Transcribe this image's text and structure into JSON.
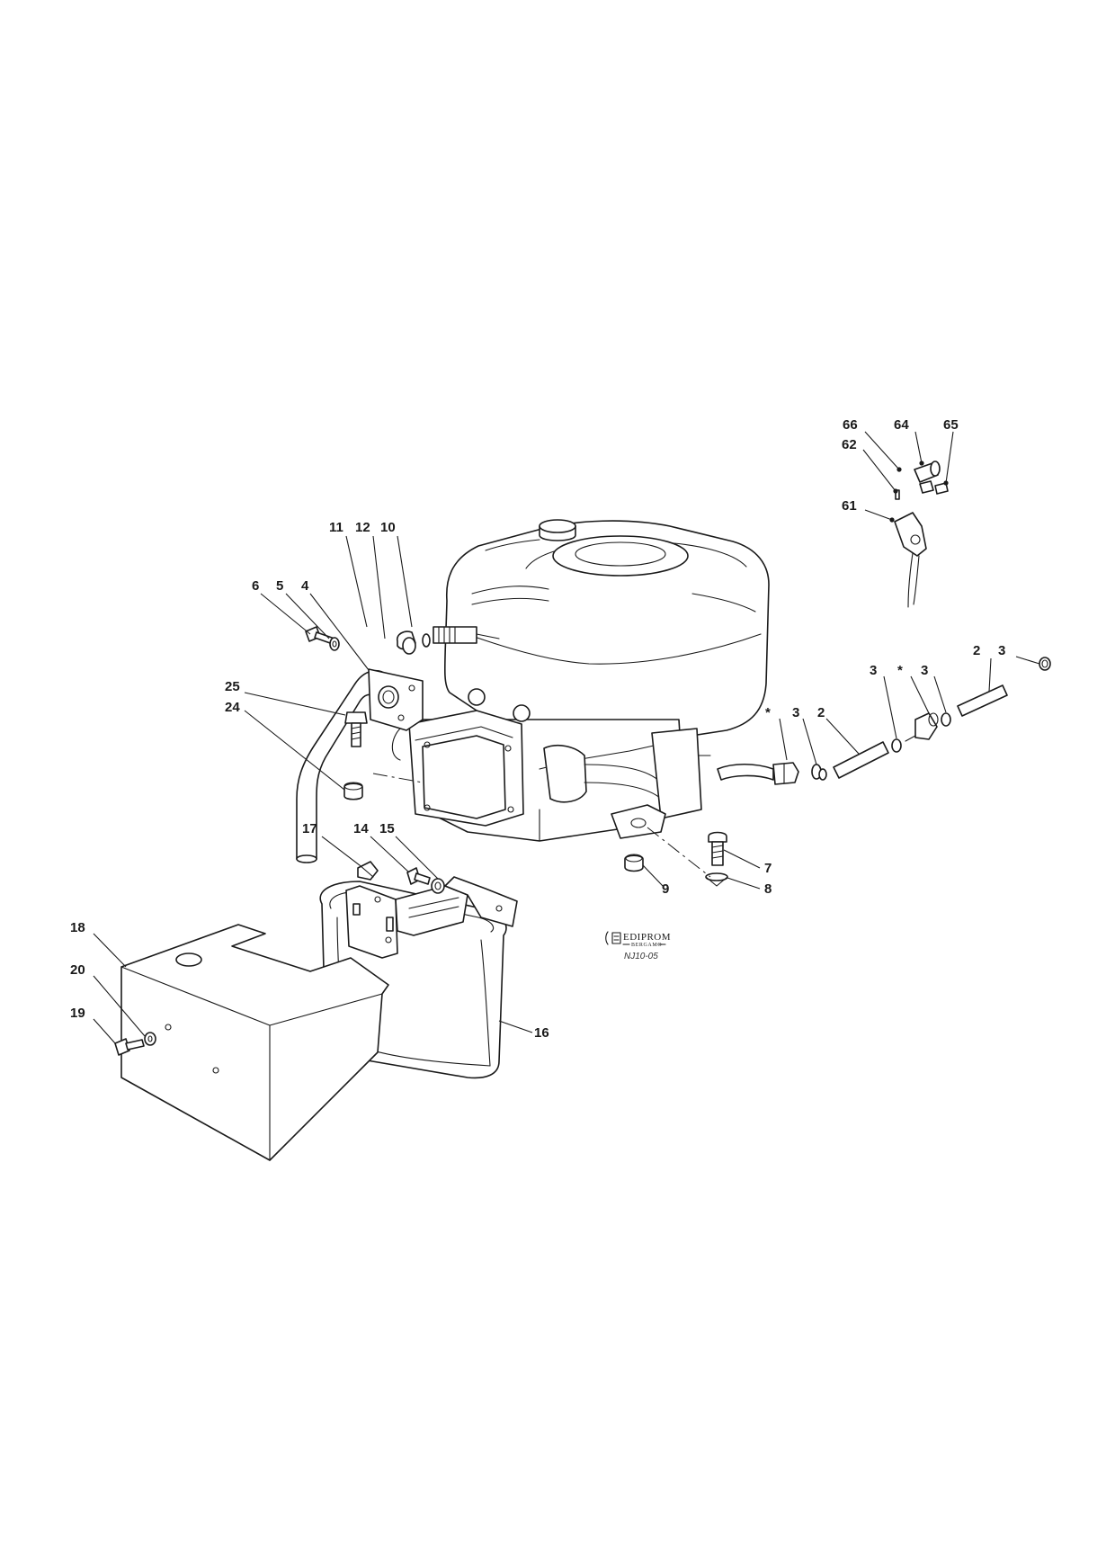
{
  "callouts": {
    "c66": "66",
    "c64": "64",
    "c65": "65",
    "c62": "62",
    "c61": "61",
    "c11": "11",
    "c12": "12",
    "c10": "10",
    "c6": "6",
    "c5": "5",
    "c4": "4",
    "c25": "25",
    "c24": "24",
    "c17": "17",
    "c14": "14",
    "c15": "15",
    "c7": "7",
    "c8": "8",
    "c9": "9",
    "c18": "18",
    "c20": "20",
    "c19": "19",
    "c16": "16",
    "cStarA": "*",
    "c3a": "3",
    "c2a": "2",
    "c3b": "3",
    "cStarB": "*",
    "c3c": "3",
    "c2b": "2",
    "c3d": "3"
  },
  "publisher": {
    "name": "EDIPROM",
    "city": "BERGAMO",
    "drawing_code": "NJ10-05"
  }
}
